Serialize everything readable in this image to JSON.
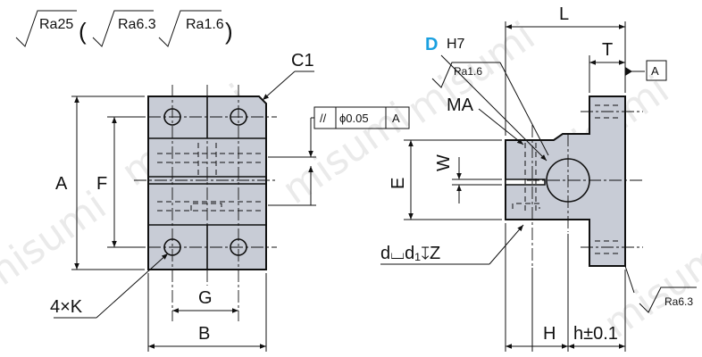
{
  "watermark": "misumi",
  "surface_roughness": {
    "general": "Ra25",
    "others": [
      "Ra6.3",
      "Ra1.6"
    ],
    "paren_open": "(",
    "paren_close": ")",
    "bore": "Ra1.6",
    "base": "Ra6.3"
  },
  "front_view": {
    "chamfer": "C1",
    "dim_A": "A",
    "dim_F": "F",
    "dim_G": "G",
    "dim_B": "B",
    "holes": "4×K"
  },
  "tolerance_frame": {
    "symbol": "//",
    "value": "ϕ0.05",
    "datum": "A"
  },
  "side_view": {
    "dim_L": "L",
    "dim_T": "T",
    "datum": "A",
    "bore_D": "D",
    "bore_fit": "H7",
    "MA": "MA",
    "dim_W": "W",
    "dim_E": "E",
    "counterbore": "d⌴d₁↧Z",
    "dim_H": "H",
    "dim_h": "h±0.1"
  },
  "colors": {
    "part_fill": "#c8ccd6",
    "accent_D": "#1aa0e0",
    "line": "#111111"
  }
}
